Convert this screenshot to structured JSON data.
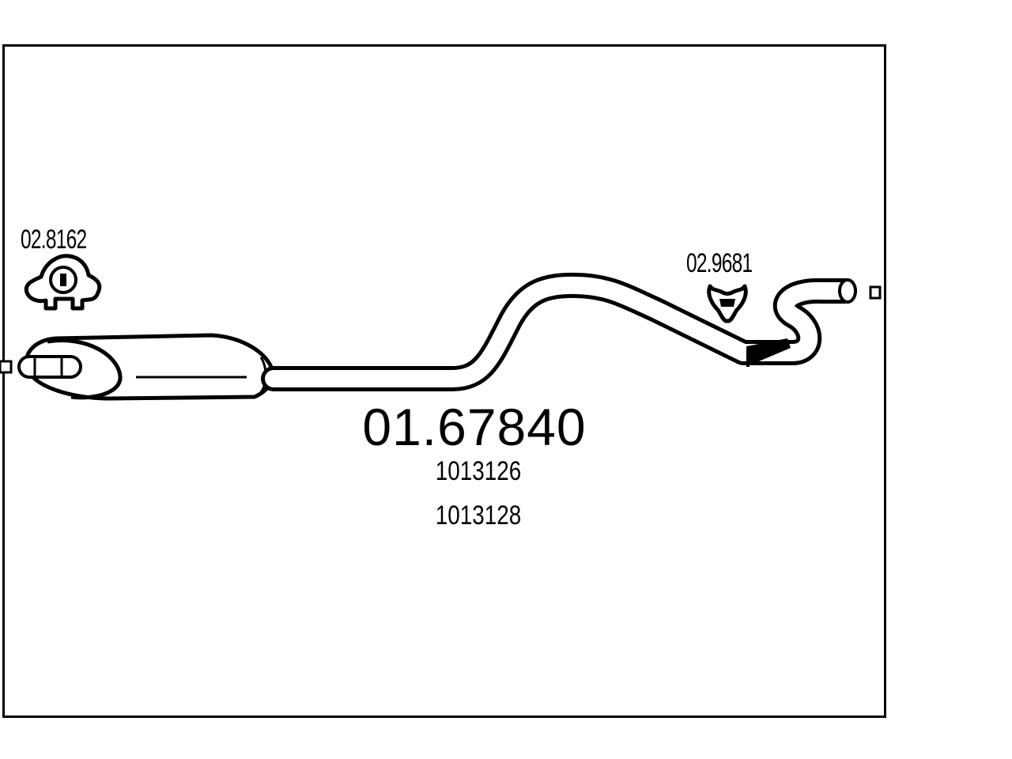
{
  "part_number": "01.67840",
  "oe_references": [
    "1013126",
    "1013128"
  ],
  "clamps": {
    "left": {
      "label": "02.8162",
      "icon": "rubber-hanger-icon"
    },
    "right": {
      "label": "02.9681",
      "icon": "rubber-hanger-icon"
    }
  },
  "colors": {
    "line": "#000000",
    "background": "#ffffff"
  }
}
